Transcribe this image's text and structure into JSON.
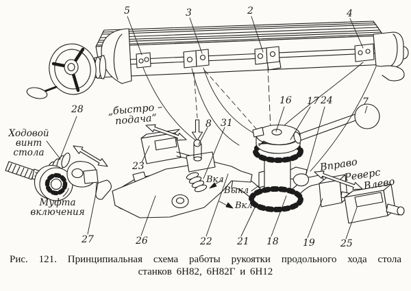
{
  "caption": {
    "line1": "Рис. 121. Принципиальная схема работы рукоятки продольного хода стола",
    "line2": "станков 6Н82, 6Н82Г и 6Н12"
  },
  "part_numbers": {
    "n2": "2",
    "n3": "3",
    "n4": "4",
    "n5": "5",
    "n7": "7",
    "n8": "8",
    "n16": "16",
    "n17": "17",
    "n18": "18",
    "n19": "19",
    "n21": "21",
    "n22": "22",
    "n23": "23",
    "n24": "24",
    "n25": "25",
    "n26": "26",
    "n27": "27",
    "n28": "28",
    "n31": "31"
  },
  "annotations": {
    "fast_feed_line1": "„быстро –",
    "fast_feed_line2": "подача“",
    "lead_screw_line1": "Ходовой",
    "lead_screw_line2": "винт",
    "lead_screw_line3": "стола",
    "clutch_line1": "Муфта",
    "clutch_line2": "включения",
    "engaged_upper": "Вкл",
    "disengaged": "Выкл",
    "engaged_lower": "Вкл",
    "move_right": "Вправо",
    "reverse": "Реверс",
    "move_left": "Влево"
  },
  "colors": {
    "ink": "#1c1c1c",
    "paper": "#fcfbf7"
  }
}
